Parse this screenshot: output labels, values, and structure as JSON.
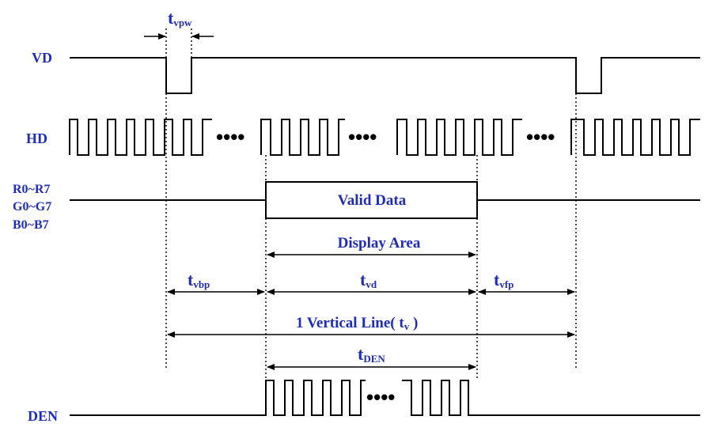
{
  "signals": {
    "vd": "VD",
    "hd": "HD",
    "rgb": [
      "R0~R7",
      "G0~G7",
      "B0~B7"
    ],
    "den": "DEN"
  },
  "bus": {
    "label": "Valid Data"
  },
  "timings": {
    "tvpw": {
      "main": "t",
      "sub": "vpw"
    },
    "display_area": "Display Area",
    "tvbp": {
      "main": "t",
      "sub": "vbp"
    },
    "tvd": {
      "main": "t",
      "sub": "vd"
    },
    "tvfp": {
      "main": "t",
      "sub": "vfp"
    },
    "vertical_line": {
      "prefix": "1 Vertical Line( t",
      "sub": "v",
      "suffix": " )"
    },
    "tden": {
      "main": "t",
      "sub": "DEN"
    }
  },
  "ellipsis": "••••",
  "colors": {
    "label": "#1f2db4",
    "line": "#000000"
  }
}
